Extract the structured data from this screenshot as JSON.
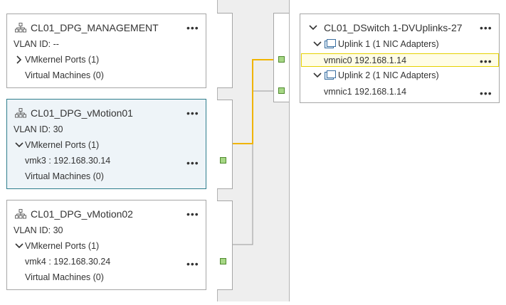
{
  "portgroups": [
    {
      "name": "CL01_DPG_MANAGEMENT",
      "vlan": "VLAN ID: --",
      "vmkernel_label": "VMkernel Ports (1)",
      "vmkernel_expanded": false,
      "vmk": "",
      "vms": "Virtual Machines (0)"
    },
    {
      "name": "CL01_DPG_vMotion01",
      "vlan": "VLAN ID: 30",
      "vmkernel_label": "VMkernel Ports (1)",
      "vmkernel_expanded": true,
      "vmk": "vmk3 : 192.168.30.14",
      "vms": "Virtual Machines (0)"
    },
    {
      "name": "CL01_DPG_vMotion02",
      "vlan": "VLAN ID: 30",
      "vmkernel_label": "VMkernel Ports (1)",
      "vmkernel_expanded": true,
      "vmk": "vmk4 : 192.168.30.24",
      "vms": "Virtual Machines (0)"
    }
  ],
  "uplinks": {
    "title": "CL01_DSwitch 1-DVUplinks-27",
    "groups": [
      {
        "label": "Uplink 1 (1 NIC Adapters)",
        "nic": "vmnic0 192.168.1.14",
        "highlighted": true
      },
      {
        "label": "Uplink 2 (1 NIC Adapters)",
        "nic": "vmnic1 192.168.1.14",
        "highlighted": false
      }
    ]
  },
  "icons": {
    "portgroup": "network-portgroup-icon",
    "uplink": "uplink-adapter-icon",
    "more": "more-actions-icon",
    "expand": "chevron-icon"
  },
  "menu_glyph": "•••",
  "colors": {
    "selected_border": "#2e7d8c",
    "selected_bg": "#eef4f8",
    "connection": "#f0b400",
    "port": "#a6d785",
    "highlight_border": "#e5d100"
  }
}
